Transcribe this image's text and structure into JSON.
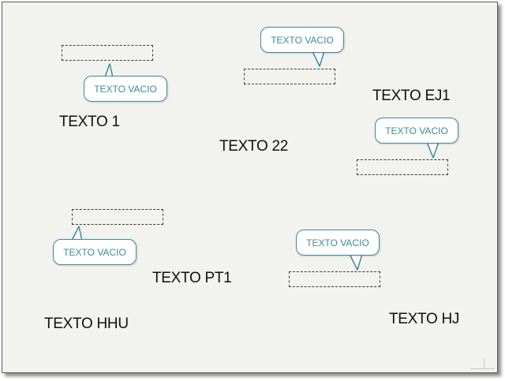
{
  "labels": {
    "texto_1": "TEXTO 1",
    "texto_22": "TEXTO 22",
    "texto_ej1": "TEXTO EJ1",
    "texto_pt1": "TEXTO PT1",
    "texto_hhu": "TEXTO HHU",
    "texto_hj": "TEXTO HJ"
  },
  "callouts": {
    "c1": "TEXTO VACIO",
    "c2": "TEXTO VACIO",
    "c3": "TEXTO VACIO",
    "c4": "TEXTO VACIO",
    "c5": "TEXTO VACIO"
  },
  "colors": {
    "canvas": "#f2f2ef",
    "callout_border": "#3f8a99",
    "callout_text": "#3f8a99",
    "field_border": "#3c3c3c"
  }
}
